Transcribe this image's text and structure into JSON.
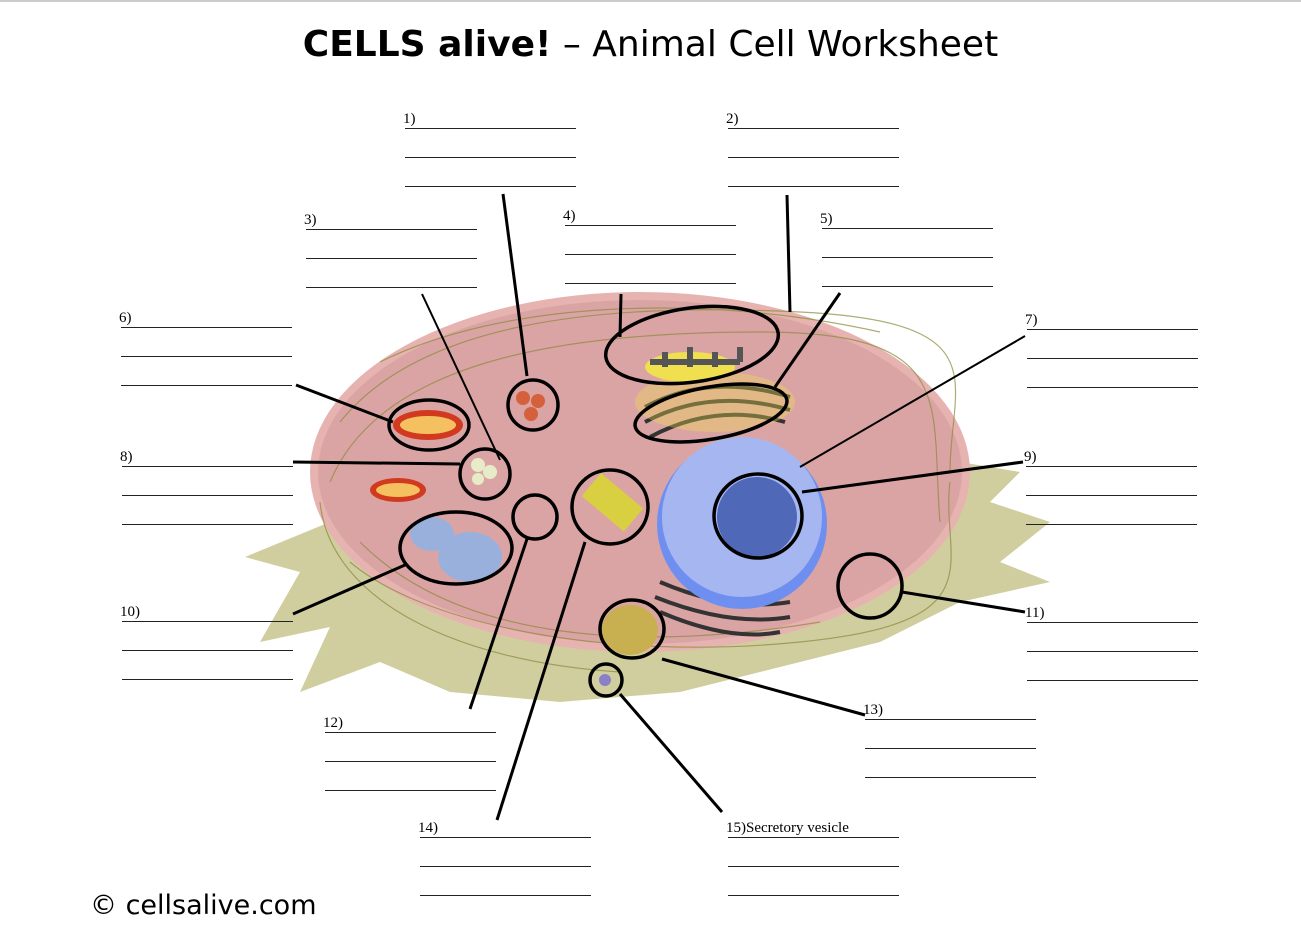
{
  "title": {
    "bold": "CELLS alive!",
    "rest": " – Animal Cell Worksheet"
  },
  "labels": [
    {
      "number": "1)",
      "text": ""
    },
    {
      "number": "2)",
      "text": ""
    },
    {
      "number": "3)",
      "text": ""
    },
    {
      "number": "4)",
      "text": ""
    },
    {
      "number": "5)",
      "text": ""
    },
    {
      "number": "6)",
      "text": ""
    },
    {
      "number": "7)",
      "text": ""
    },
    {
      "number": "8)",
      "text": ""
    },
    {
      "number": "9)",
      "text": ""
    },
    {
      "number": "10)",
      "text": ""
    },
    {
      "number": "11)",
      "text": ""
    },
    {
      "number": "12)",
      "text": ""
    },
    {
      "number": "13)",
      "text": ""
    },
    {
      "number": "14)",
      "text": ""
    },
    {
      "number": "15)",
      "text": "Secretory vesicle"
    }
  ],
  "footer": {
    "copyright": "© cellsalive.com"
  },
  "colors": {
    "cytoplasm": "#d9a3a3",
    "membrane": "#e8b4b4",
    "nucleus": "#7f9cf0",
    "golgi_er": "#f0e050",
    "ecm": "#c9c890"
  }
}
